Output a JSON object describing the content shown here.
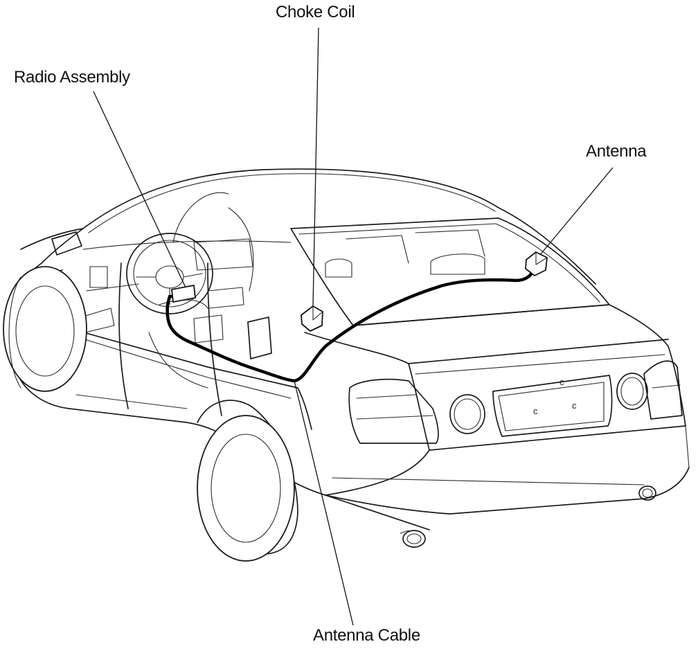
{
  "labels": {
    "choke_coil": "Choke Coil",
    "radio_assembly": "Radio Assembly",
    "antenna": "Antenna",
    "antenna_cable": "Antenna Cable"
  },
  "plate_chars": {
    "top": "c",
    "left": "c",
    "right": "c"
  },
  "colors": {
    "line": "#1a1a1a",
    "cable": "#000000",
    "background": "#ffffff"
  }
}
